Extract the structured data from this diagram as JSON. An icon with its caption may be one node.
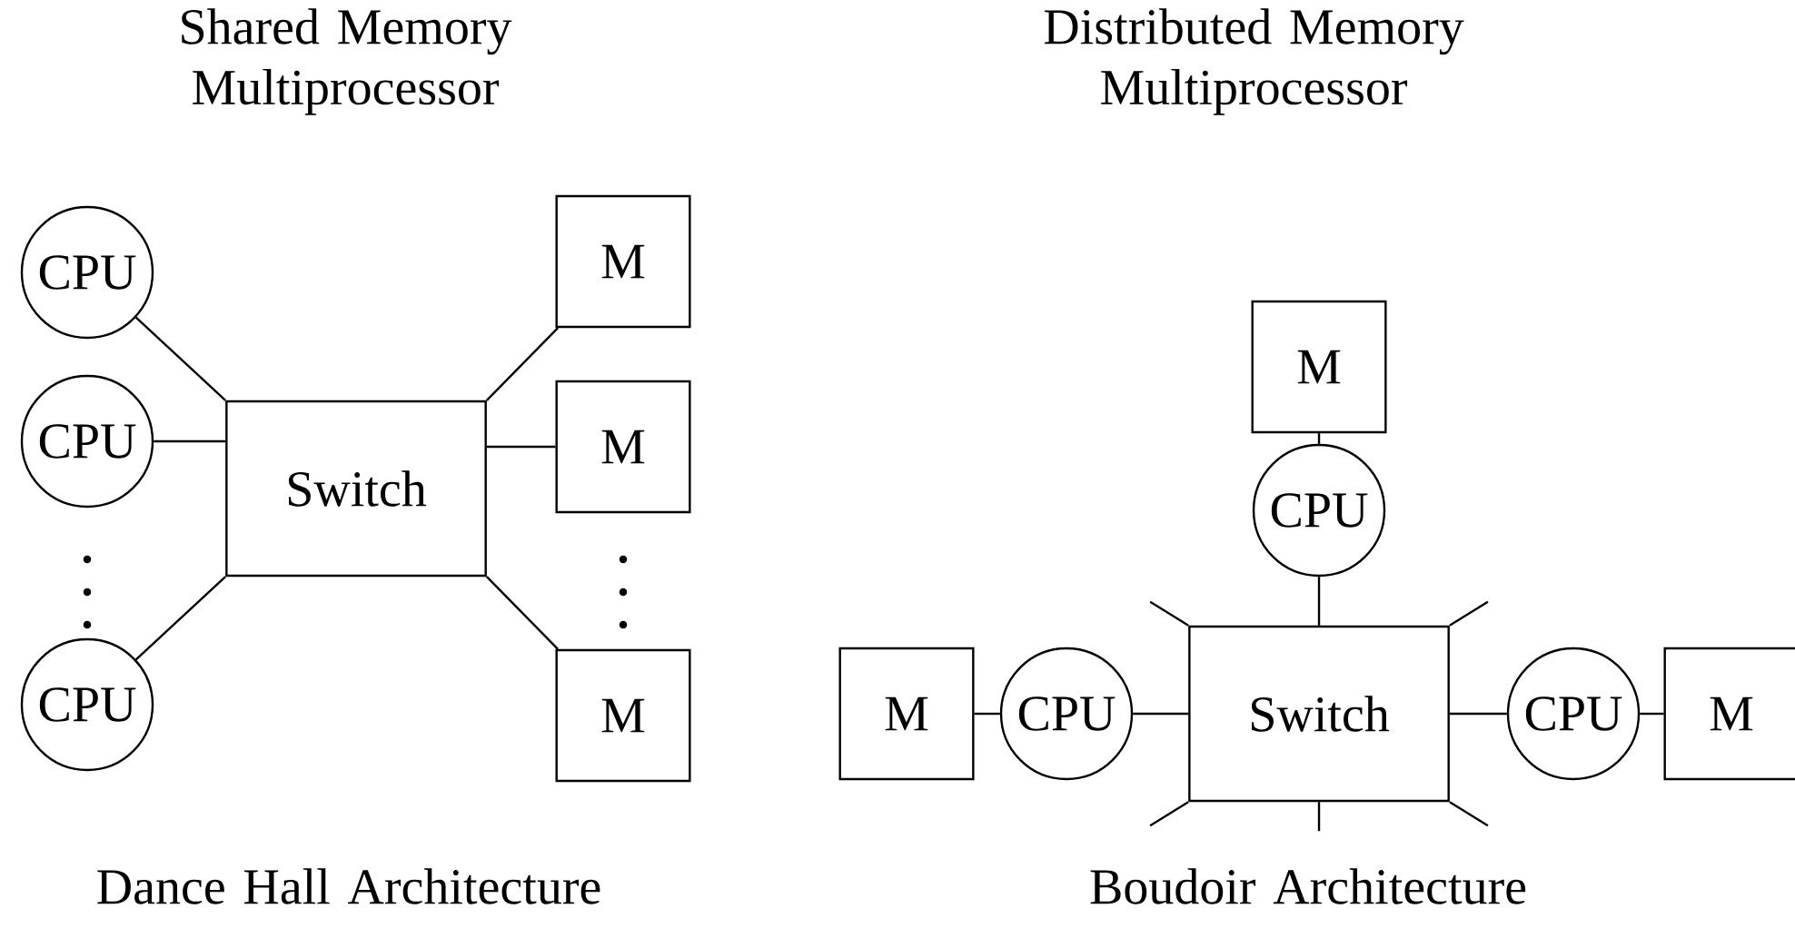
{
  "diagram": {
    "nodes": [
      {
        "text": [
          "CPU"
        ]
      },
      {
        "text": [
          "CPU"
        ]
      },
      {
        "text": [
          "CPU"
        ]
      },
      {
        "text": [
          "Switch"
        ]
      },
      {
        "text": [
          "M"
        ]
      },
      {
        "text": [
          "M"
        ]
      },
      {
        "text": [
          "M"
        ]
      },
      {
        "text": [
          "M"
        ]
      },
      {
        "text": [
          "CPU"
        ]
      },
      {
        "text": [
          "M"
        ]
      },
      {
        "text": [
          "CPU"
        ]
      },
      {
        "text": [
          "Switch"
        ]
      },
      {
        "text": [
          "CPU"
        ]
      },
      {
        "text": [
          "M"
        ]
      }
    ],
    "edges": [
      {
        "from": 0,
        "to": 3,
        "arrow": "none"
      },
      {
        "from": 1,
        "to": 3,
        "arrow": "none"
      },
      {
        "from": 2,
        "to": 3,
        "arrow": "none"
      },
      {
        "from": 3,
        "to": 4,
        "arrow": "none"
      },
      {
        "from": 3,
        "to": 5,
        "arrow": "none"
      },
      {
        "from": 3,
        "to": 6,
        "arrow": "none"
      },
      {
        "from": 7,
        "to": 8,
        "arrow": "none"
      },
      {
        "from": 8,
        "to": 11,
        "arrow": "none"
      },
      {
        "from": 9,
        "to": 10,
        "arrow": "none"
      },
      {
        "from": 10,
        "to": 11,
        "arrow": "none"
      },
      {
        "from": 11,
        "to": 12,
        "arrow": "none"
      },
      {
        "from": 12,
        "to": 13,
        "arrow": "none"
      },
      {
        "from": 11,
        "to": null,
        "arrow": "none"
      },
      {
        "from": 11,
        "to": null,
        "arrow": "none"
      },
      {
        "from": 11,
        "to": null,
        "arrow": "none"
      },
      {
        "from": 11,
        "to": null,
        "arrow": "none"
      },
      {
        "from": 11,
        "to": null,
        "arrow": "none"
      }
    ],
    "labels": [
      "Shared Memory Multiprocessor",
      "Distributed Memory Multiprocessor",
      "Dance Hall Architecture",
      "Boudoir Architecture"
    ]
  }
}
